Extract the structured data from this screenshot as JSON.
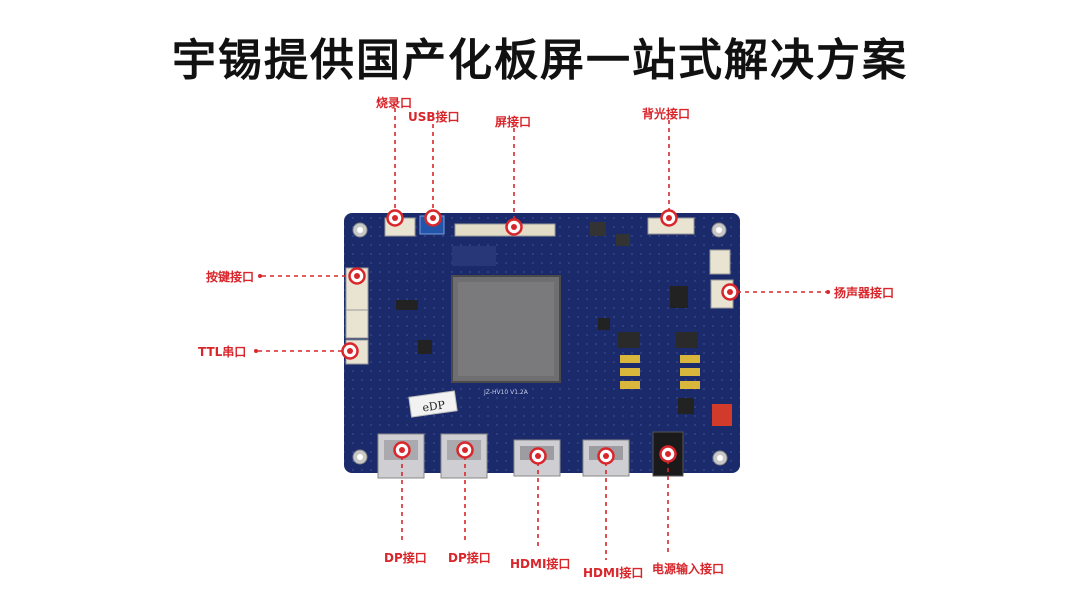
{
  "title": "宇锡提供国产化板屏一站式解决方案",
  "board": {
    "chip_marking": "JZ-HV10 V1.2A",
    "edp_label": "eDP"
  },
  "colors": {
    "accent": "#d8262b",
    "pcb": "#1b2a6b",
    "chip": "#6f6f72"
  },
  "callouts": {
    "burn": "烧录口",
    "usb": "USB接口",
    "screen": "屏接口",
    "backlight": "背光接口",
    "keys": "按键接口",
    "ttl": "TTL串口",
    "speaker": "扬声器接口",
    "dp1": "DP接口",
    "dp2": "DP接口",
    "hdmi1": "HDMI接口",
    "hdmi2": "HDMI接口",
    "power": "电源输入接口"
  }
}
